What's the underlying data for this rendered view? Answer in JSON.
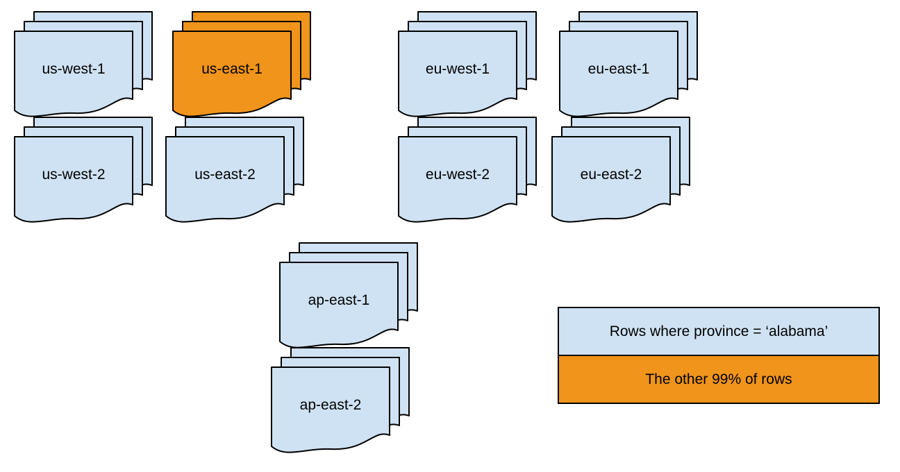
{
  "colors": {
    "region_fill": "#cfe2f3",
    "highlight_fill": "#f0941c",
    "stroke": "#000000"
  },
  "stack_depth": 3,
  "regions": [
    {
      "id": "us-west-1",
      "label": "us-west-1",
      "highlighted": false
    },
    {
      "id": "us-east-1",
      "label": "us-east-1",
      "highlighted": true
    },
    {
      "id": "eu-west-1",
      "label": "eu-west-1",
      "highlighted": false
    },
    {
      "id": "eu-east-1",
      "label": "eu-east-1",
      "highlighted": false
    },
    {
      "id": "us-west-2",
      "label": "us-west-2",
      "highlighted": false
    },
    {
      "id": "us-east-2",
      "label": "us-east-2",
      "highlighted": false
    },
    {
      "id": "eu-west-2",
      "label": "eu-west-2",
      "highlighted": false
    },
    {
      "id": "eu-east-2",
      "label": "eu-east-2",
      "highlighted": false
    },
    {
      "id": "ap-east-1",
      "label": "ap-east-1",
      "highlighted": false
    },
    {
      "id": "ap-east-2",
      "label": "ap-east-2",
      "highlighted": false
    }
  ],
  "legend": {
    "items": [
      {
        "label": "Rows where province = ‘alabama’",
        "color_key": "region_fill"
      },
      {
        "label": "The other 99% of rows",
        "color_key": "highlight_fill"
      }
    ]
  }
}
